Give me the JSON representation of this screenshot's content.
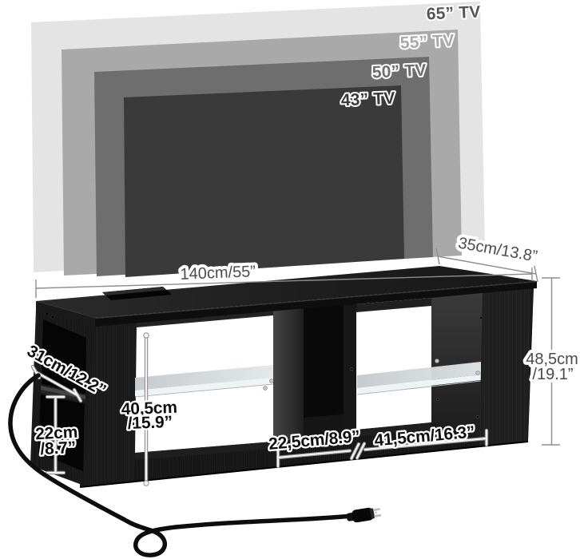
{
  "tv_overlay": {
    "labels": [
      "65” TV",
      "55” TV",
      "50” TV",
      "43” TV"
    ],
    "colors": {
      "tv65": "#e4e4e4",
      "tv55": "#a9a9a9",
      "tv50": "#6e6e6e",
      "tv43": "#3a3a3a"
    }
  },
  "dimensions": {
    "width": "140cm/55”",
    "depth": "35cm/13.8”",
    "height_cm": "48,5cm",
    "height_in": "/19.1”",
    "side_depth": "31cm/12.2”",
    "side_compartment_cm": "22cm",
    "side_compartment_in": "/8.7”",
    "interior_height_cm": "40,5cm",
    "interior_height_in": "/15.9”",
    "middle_compartment": "22,5cm/8.9”",
    "right_compartment": "41,5cm/16.3”"
  },
  "colors": {
    "background": "#ffffff",
    "stand_body": "#141414",
    "glass_shelf": "#ccd3d6",
    "outer_dim_text": "#4b4b4b",
    "outer_dim_line": "#8e8e8e",
    "inner_dim_text": "#101010",
    "power_cord": "#0d0d0d"
  }
}
